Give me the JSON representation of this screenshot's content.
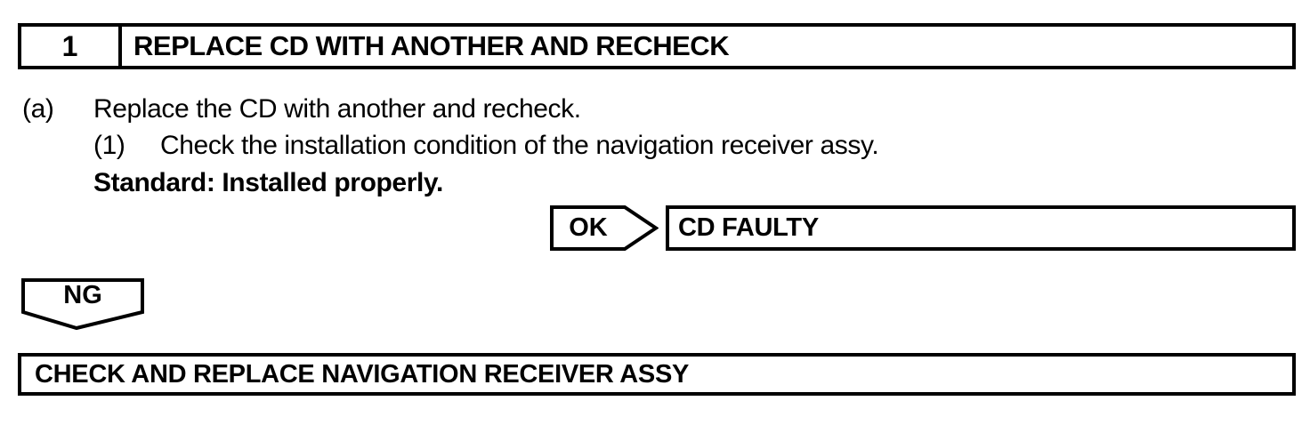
{
  "step": {
    "number": "1",
    "title": "REPLACE CD WITH ANOTHER AND RECHECK"
  },
  "procedure": {
    "item_a": {
      "label": "(a)",
      "text": "Replace the CD with another and recheck."
    },
    "item_a1": {
      "label": "(1)",
      "text": "Check the installation condition of the navigation receiver assy."
    },
    "standard": "Standard: Installed properly."
  },
  "flow": {
    "ok_label": "OK",
    "ok_result": "CD FAULTY",
    "ng_label": "NG",
    "ng_result": "CHECK AND REPLACE NAVIGATION RECEIVER ASSY"
  },
  "colors": {
    "ink": "#000000",
    "paper": "#ffffff"
  }
}
